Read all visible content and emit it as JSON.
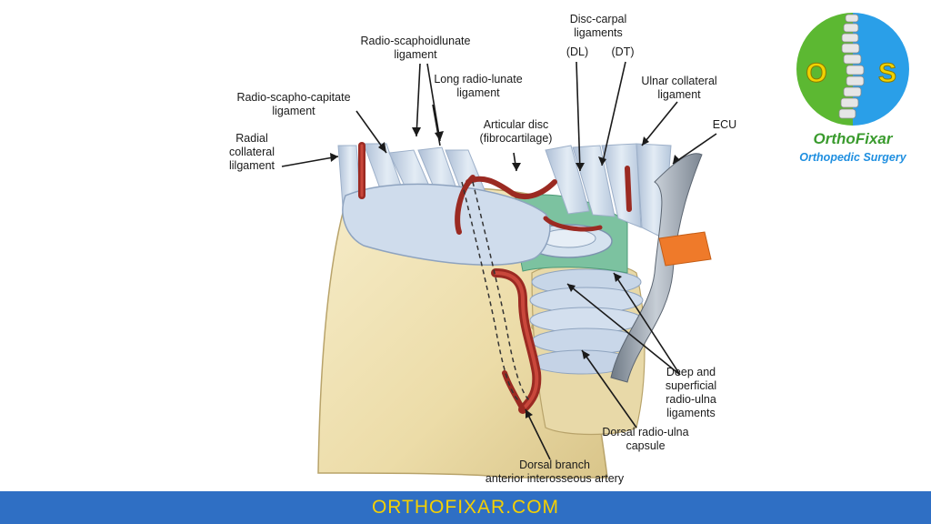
{
  "labels": {
    "radio_scaphoidlunate": [
      "Radio-scaphoidlunate",
      "ligament"
    ],
    "long_radio_lunate": [
      "Long radio-lunate",
      "ligament"
    ],
    "radio_scapho_capitate": [
      "Radio-scapho-capitate",
      "ligament"
    ],
    "radial_collateral": [
      "Radial",
      "collateral",
      "lilgament"
    ],
    "articular_disc": [
      "Articular disc",
      "(fibrocartilage)"
    ],
    "disc_carpal": [
      "Disc-carpal",
      "ligaments"
    ],
    "dl": "(DL)",
    "dt": "(DT)",
    "ulnar_collateral": [
      "Ulnar collateral",
      "ligament"
    ],
    "ecu": "ECU",
    "deep_superficial": [
      "Deep and",
      "superficial",
      "radio-ulna",
      "ligaments"
    ],
    "dorsal_radio_ulna": [
      "Dorsal radio-ulna",
      "capsule"
    ],
    "dorsal_branch": [
      "Dorsal branch",
      "anterior interosseous artery"
    ]
  },
  "logo": {
    "title": "OrthoFixar",
    "subtitle": "Orthopedic Surgery",
    "left_letter": "O",
    "right_letter": "S"
  },
  "footer": {
    "text": "ORTHOFIXAR.COM"
  },
  "colors": {
    "footer_bg": "#2f6fc4",
    "footer_text": "#f5d000",
    "logo_green": "#5cb832",
    "logo_blue": "#2a9fe8",
    "artery": "#9b2a22",
    "ligament": "#c9d9ea",
    "bone": "#efe3b8",
    "disc_band": "#7cc2a0",
    "ecu_band": "#ef7a2a"
  }
}
